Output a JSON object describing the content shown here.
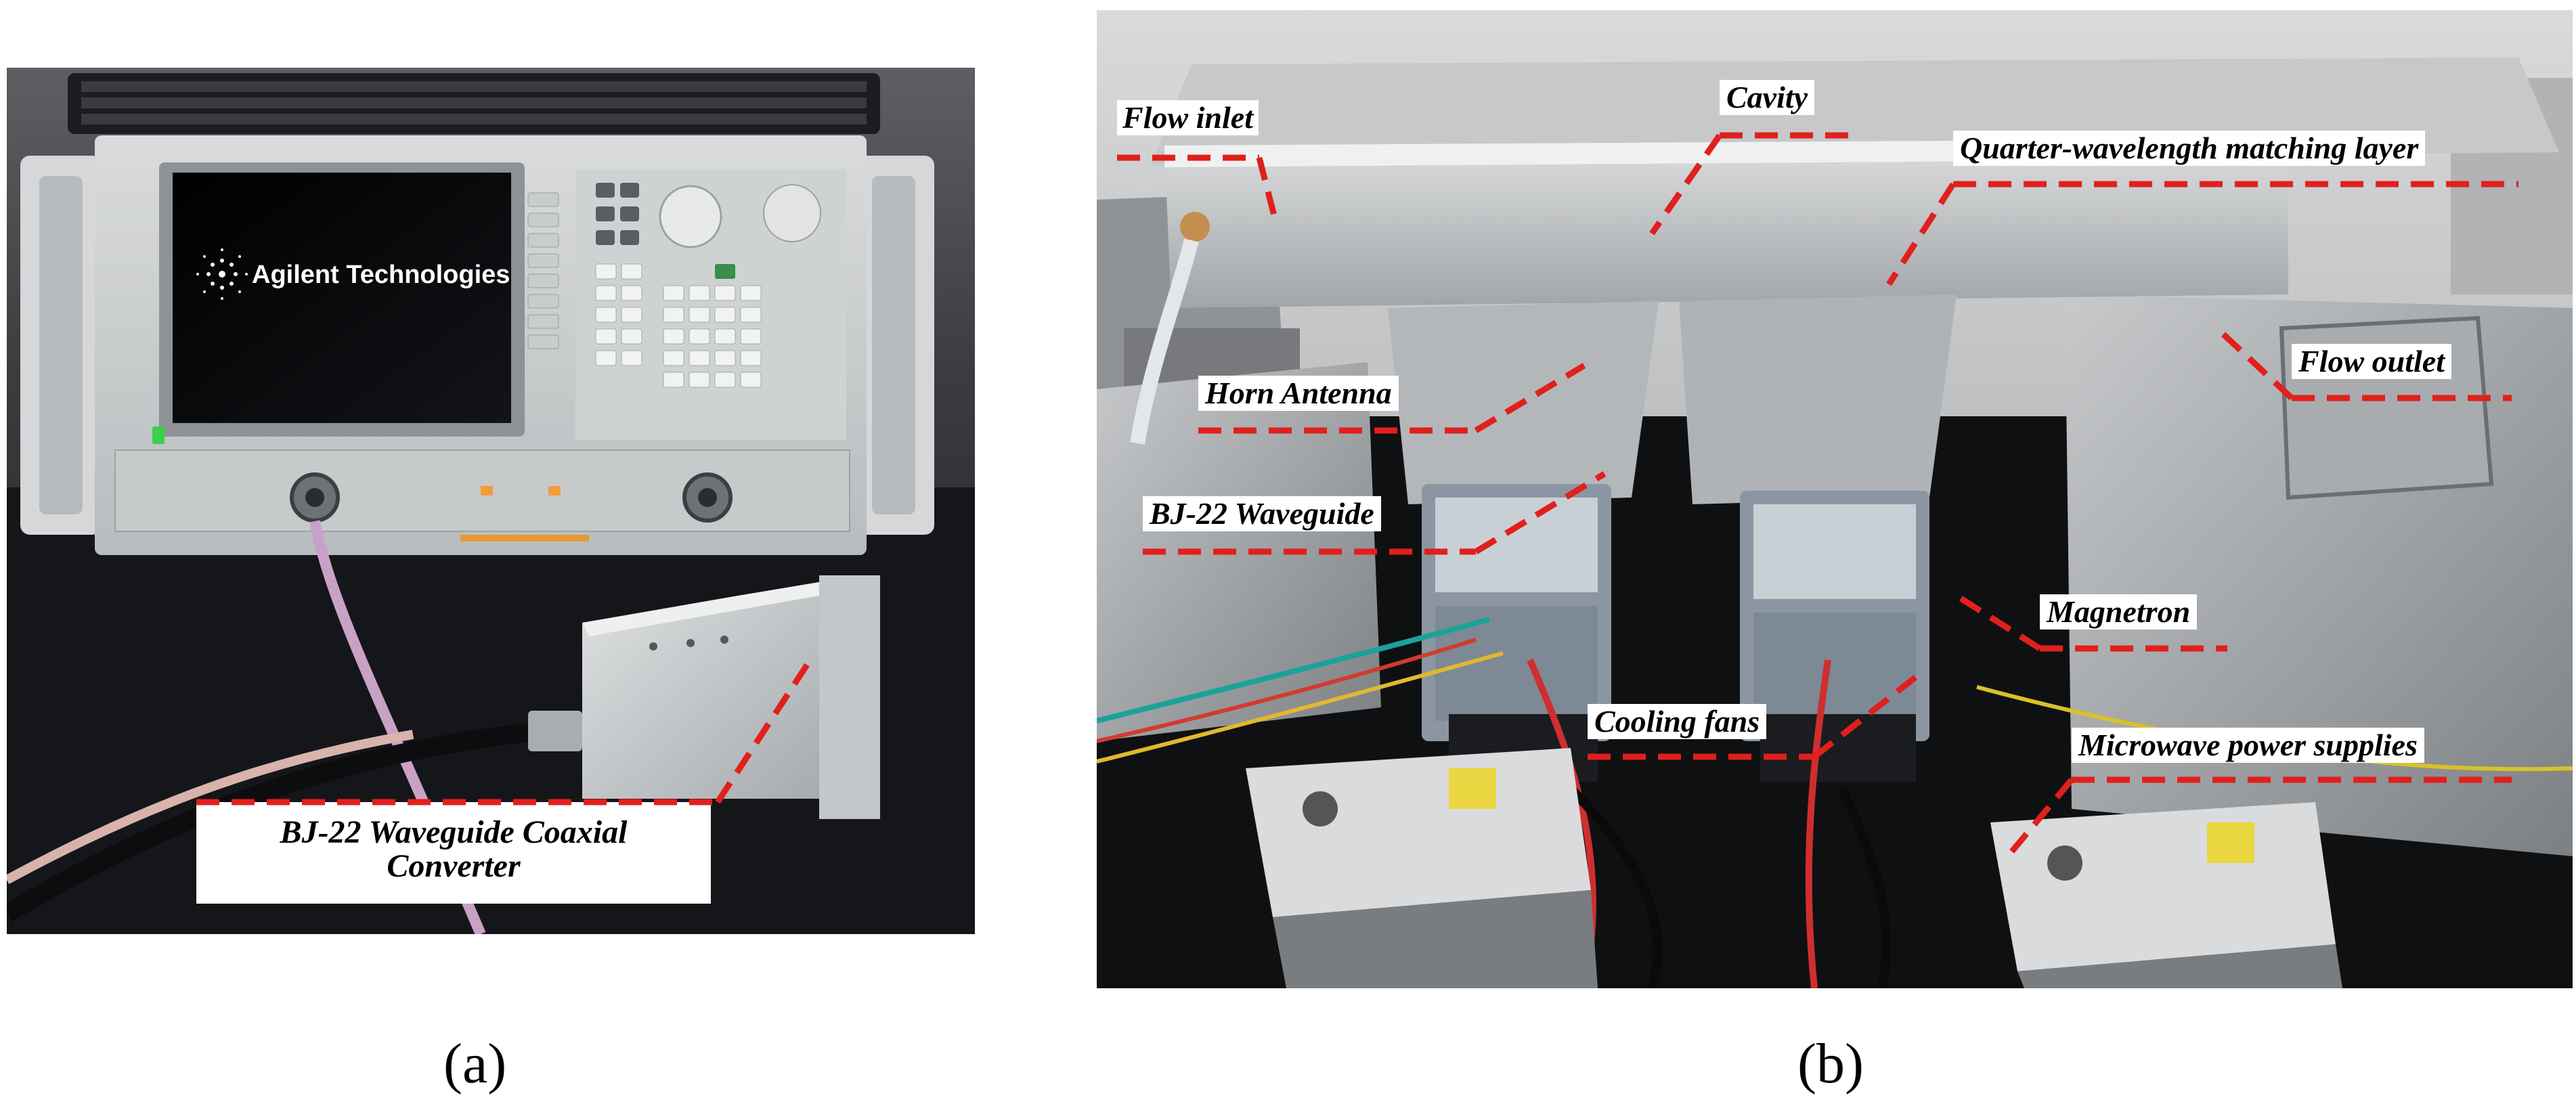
{
  "panel_a": {
    "caption": "(a)",
    "screen_brand": "Agilent Technologies",
    "converter_label_line1": "BJ-22 Waveguide Coaxial",
    "converter_label_line2": "Converter"
  },
  "panel_b": {
    "caption": "(b)",
    "labels": {
      "flow_inlet": "Flow inlet",
      "cavity": "Cavity",
      "matching_layer": "Quarter-wavelength matching layer",
      "flow_outlet": "Flow outlet",
      "horn_antenna": "Horn Antenna",
      "waveguide": "BJ-22 Waveguide",
      "magnetron": "Magnetron",
      "cooling_fans": "Cooling fans",
      "power_supplies": "Microwave power supplies"
    }
  },
  "colors": {
    "leader_line": "#e0201c",
    "label_background": "#ffffff",
    "label_text": "#000000"
  }
}
